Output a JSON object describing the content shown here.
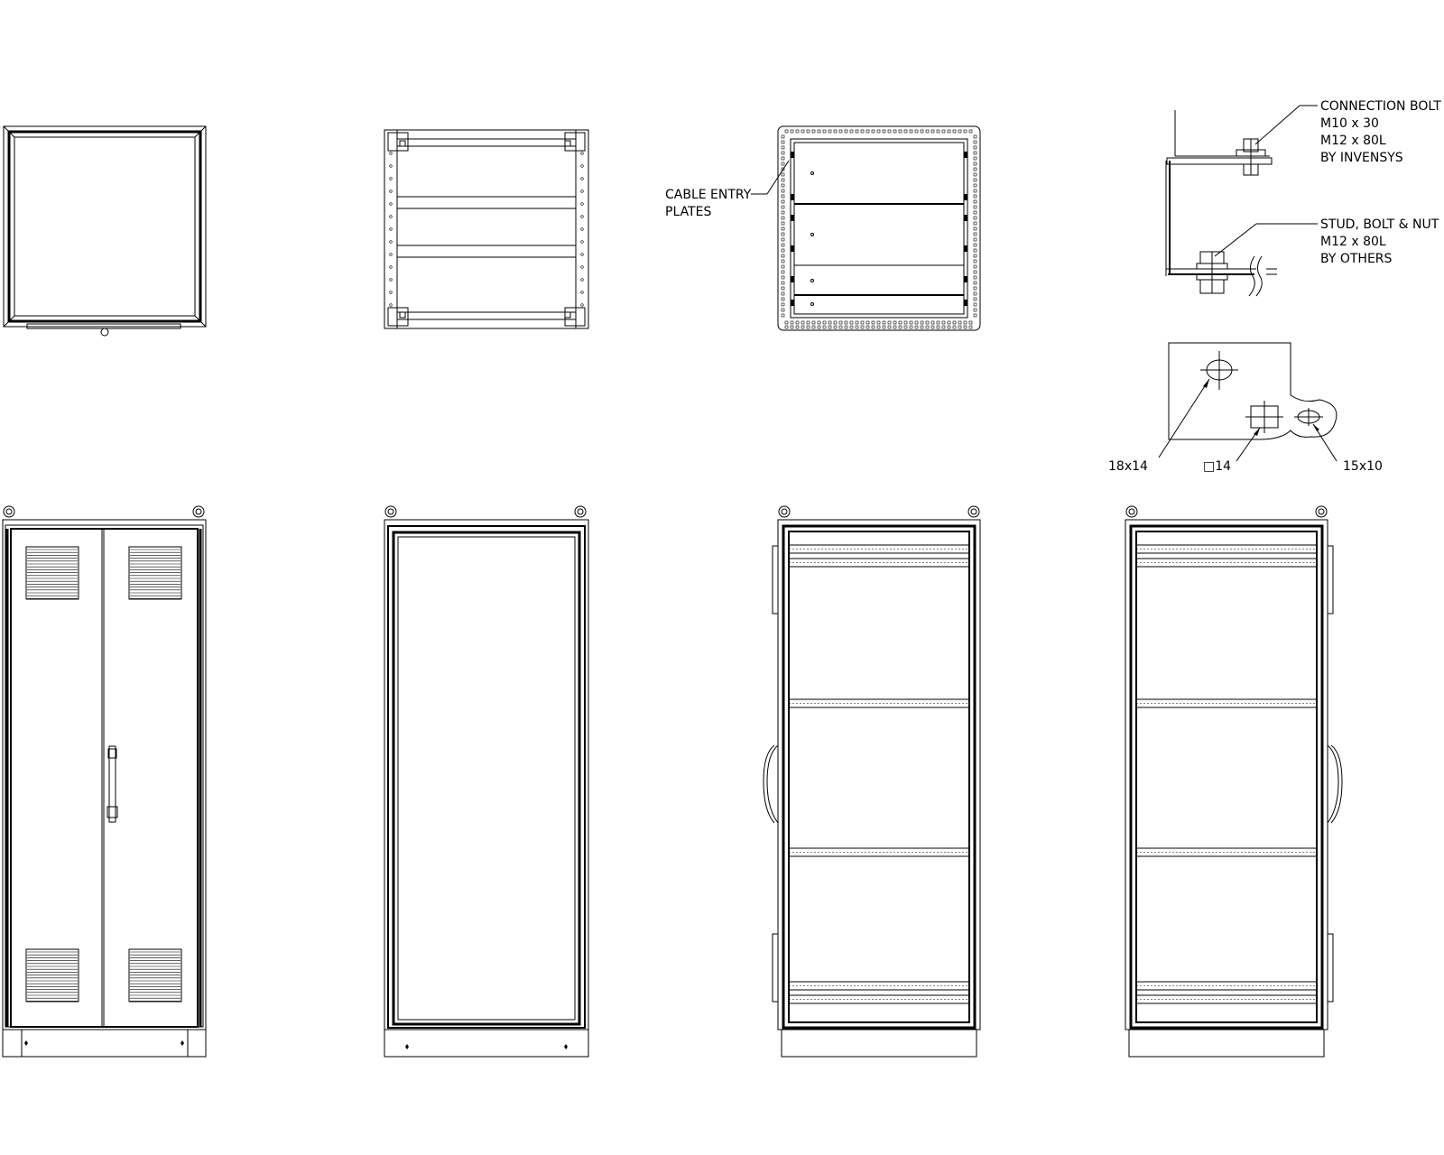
{
  "callouts": {
    "cable_entry": [
      "CABLE ENTRY",
      "PLATES"
    ],
    "connection_bolt": [
      "CONNECTION BOLT",
      "M10 x 30",
      "M12 x 80L",
      "BY INVENSYS"
    ],
    "stud_bolt_nut": [
      "STUD, BOLT & NUT",
      "M12 x 80L",
      "BY OTHERS"
    ],
    "hole_oval": "18x14",
    "hole_square": "□14",
    "hole_slot": "15x10"
  }
}
